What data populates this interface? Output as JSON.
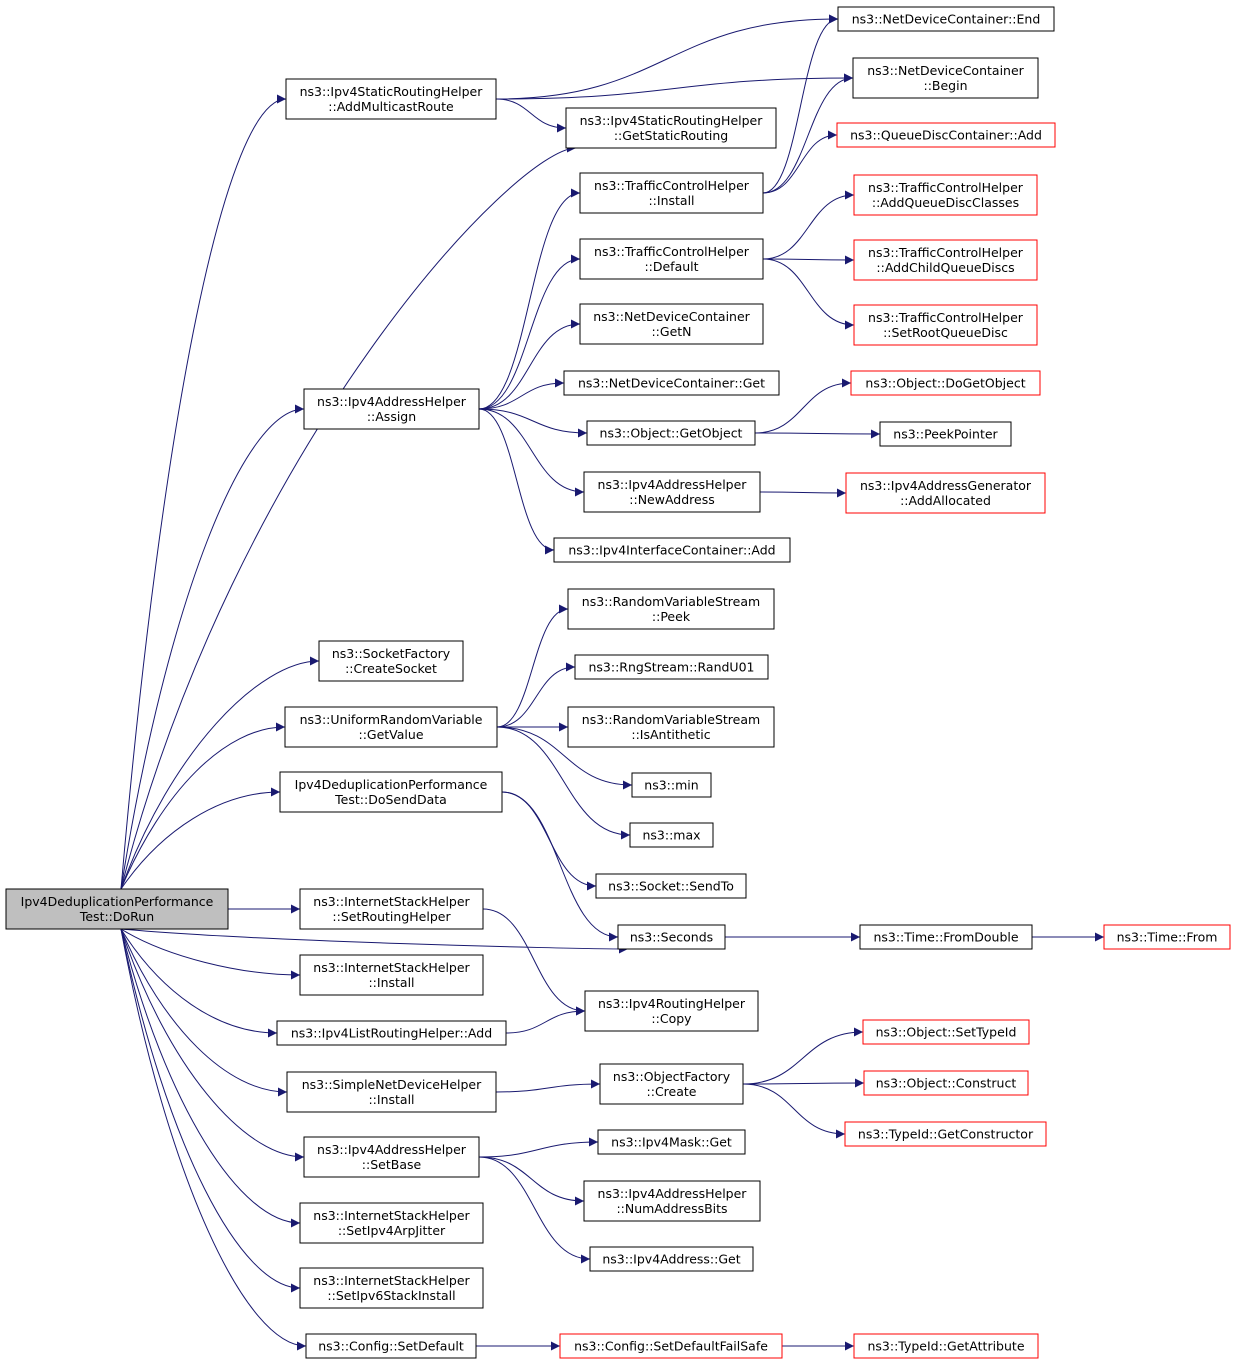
{
  "colors": {
    "edge": "#191970",
    "node_border": "#000000",
    "truncated_border": "#ff0000",
    "root_fill": "#bfbfbf",
    "node_fill": "#ffffff"
  },
  "nodes": {
    "n0": {
      "lines": [
        "Ipv4DeduplicationPerformance",
        "Test::DoRun"
      ],
      "style": "root"
    },
    "n1": {
      "lines": [
        "ns3::Ipv4StaticRoutingHelper",
        "::AddMulticastRoute"
      ],
      "style": "normal"
    },
    "n2": {
      "lines": [
        "ns3::NetDeviceContainer::End"
      ],
      "style": "normal"
    },
    "n3": {
      "lines": [
        "ns3::NetDeviceContainer",
        "::Begin"
      ],
      "style": "normal"
    },
    "n4": {
      "lines": [
        "ns3::Ipv4StaticRoutingHelper",
        "::GetStaticRouting"
      ],
      "style": "normal"
    },
    "n5": {
      "lines": [
        "ns3::Ipv4AddressHelper",
        "::Assign"
      ],
      "style": "normal"
    },
    "n6": {
      "lines": [
        "ns3::TrafficControlHelper",
        "::Install"
      ],
      "style": "normal"
    },
    "n7": {
      "lines": [
        "ns3::QueueDiscContainer::Add"
      ],
      "style": "truncated"
    },
    "n8": {
      "lines": [
        "ns3::TrafficControlHelper",
        "::Default"
      ],
      "style": "normal"
    },
    "n9": {
      "lines": [
        "ns3::TrafficControlHelper",
        "::AddQueueDiscClasses"
      ],
      "style": "truncated"
    },
    "n10": {
      "lines": [
        "ns3::TrafficControlHelper",
        "::AddChildQueueDiscs"
      ],
      "style": "truncated"
    },
    "n11": {
      "lines": [
        "ns3::TrafficControlHelper",
        "::SetRootQueueDisc"
      ],
      "style": "truncated"
    },
    "n12": {
      "lines": [
        "ns3::NetDeviceContainer",
        "::GetN"
      ],
      "style": "normal"
    },
    "n13": {
      "lines": [
        "ns3::NetDeviceContainer::Get"
      ],
      "style": "normal"
    },
    "n14": {
      "lines": [
        "ns3::Object::GetObject"
      ],
      "style": "normal"
    },
    "n15": {
      "lines": [
        "ns3::Object::DoGetObject"
      ],
      "style": "truncated"
    },
    "n16": {
      "lines": [
        "ns3::PeekPointer"
      ],
      "style": "normal"
    },
    "n17": {
      "lines": [
        "ns3::Ipv4AddressHelper",
        "::NewAddress"
      ],
      "style": "normal"
    },
    "n18": {
      "lines": [
        "ns3::Ipv4AddressGenerator",
        "::AddAllocated"
      ],
      "style": "truncated"
    },
    "n19": {
      "lines": [
        "ns3::Ipv4InterfaceContainer::Add"
      ],
      "style": "normal"
    },
    "n20": {
      "lines": [
        "ns3::SocketFactory",
        "::CreateSocket"
      ],
      "style": "normal"
    },
    "n21": {
      "lines": [
        "ns3::UniformRandomVariable",
        "::GetValue"
      ],
      "style": "normal"
    },
    "n22": {
      "lines": [
        "ns3::RandomVariableStream",
        "::Peek"
      ],
      "style": "normal"
    },
    "n23": {
      "lines": [
        "ns3::RngStream::RandU01"
      ],
      "style": "normal"
    },
    "n24": {
      "lines": [
        "ns3::RandomVariableStream",
        "::IsAntithetic"
      ],
      "style": "normal"
    },
    "n25": {
      "lines": [
        "ns3::min"
      ],
      "style": "normal"
    },
    "n26": {
      "lines": [
        "ns3::max"
      ],
      "style": "normal"
    },
    "n27": {
      "lines": [
        "Ipv4DeduplicationPerformance",
        "Test::DoSendData"
      ],
      "style": "normal"
    },
    "n28": {
      "lines": [
        "ns3::Socket::SendTo"
      ],
      "style": "normal"
    },
    "n29": {
      "lines": [
        "ns3::Seconds"
      ],
      "style": "normal"
    },
    "n30": {
      "lines": [
        "ns3::Time::FromDouble"
      ],
      "style": "normal"
    },
    "n31": {
      "lines": [
        "ns3::Time::From"
      ],
      "style": "truncated"
    },
    "n32": {
      "lines": [
        "ns3::InternetStackHelper",
        "::SetRoutingHelper"
      ],
      "style": "normal"
    },
    "n33": {
      "lines": [
        "ns3::InternetStackHelper",
        "::Install"
      ],
      "style": "normal"
    },
    "n34": {
      "lines": [
        "ns3::Ipv4RoutingHelper",
        "::Copy"
      ],
      "style": "normal"
    },
    "n35": {
      "lines": [
        "ns3::Ipv4ListRoutingHelper::Add"
      ],
      "style": "normal"
    },
    "n36": {
      "lines": [
        "ns3::SimpleNetDeviceHelper",
        "::Install"
      ],
      "style": "normal"
    },
    "n37": {
      "lines": [
        "ns3::ObjectFactory",
        "::Create"
      ],
      "style": "normal"
    },
    "n38": {
      "lines": [
        "ns3::Object::SetTypeId"
      ],
      "style": "truncated"
    },
    "n39": {
      "lines": [
        "ns3::Object::Construct"
      ],
      "style": "truncated"
    },
    "n40": {
      "lines": [
        "ns3::TypeId::GetConstructor"
      ],
      "style": "truncated"
    },
    "n41": {
      "lines": [
        "ns3::Ipv4AddressHelper",
        "::SetBase"
      ],
      "style": "normal"
    },
    "n42": {
      "lines": [
        "ns3::Ipv4Mask::Get"
      ],
      "style": "normal"
    },
    "n43": {
      "lines": [
        "ns3::Ipv4AddressHelper",
        "::NumAddressBits"
      ],
      "style": "normal"
    },
    "n44": {
      "lines": [
        "ns3::Ipv4Address::Get"
      ],
      "style": "normal"
    },
    "n45": {
      "lines": [
        "ns3::InternetStackHelper",
        "::SetIpv4ArpJitter"
      ],
      "style": "normal"
    },
    "n46": {
      "lines": [
        "ns3::InternetStackHelper",
        "::SetIpv6StackInstall"
      ],
      "style": "normal"
    },
    "n47": {
      "lines": [
        "ns3::Config::SetDefault"
      ],
      "style": "normal"
    },
    "n48": {
      "lines": [
        "ns3::Config::SetDefaultFailSafe"
      ],
      "style": "truncated"
    },
    "n49": {
      "lines": [
        "ns3::TypeId::GetAttribute"
      ],
      "style": "truncated"
    }
  },
  "edges": [
    [
      "n0",
      "n1"
    ],
    [
      "n0",
      "n4"
    ],
    [
      "n0",
      "n5"
    ],
    [
      "n0",
      "n20"
    ],
    [
      "n0",
      "n21"
    ],
    [
      "n0",
      "n27"
    ],
    [
      "n0",
      "n29"
    ],
    [
      "n0",
      "n32"
    ],
    [
      "n0",
      "n33"
    ],
    [
      "n0",
      "n35"
    ],
    [
      "n0",
      "n36"
    ],
    [
      "n0",
      "n41"
    ],
    [
      "n0",
      "n45"
    ],
    [
      "n0",
      "n46"
    ],
    [
      "n0",
      "n47"
    ],
    [
      "n1",
      "n2"
    ],
    [
      "n1",
      "n3"
    ],
    [
      "n1",
      "n4"
    ],
    [
      "n5",
      "n6"
    ],
    [
      "n5",
      "n8"
    ],
    [
      "n5",
      "n12"
    ],
    [
      "n5",
      "n13"
    ],
    [
      "n5",
      "n14"
    ],
    [
      "n5",
      "n17"
    ],
    [
      "n5",
      "n19"
    ],
    [
      "n6",
      "n2"
    ],
    [
      "n6",
      "n3"
    ],
    [
      "n6",
      "n7"
    ],
    [
      "n8",
      "n9"
    ],
    [
      "n8",
      "n10"
    ],
    [
      "n8",
      "n11"
    ],
    [
      "n14",
      "n15"
    ],
    [
      "n14",
      "n16"
    ],
    [
      "n17",
      "n18"
    ],
    [
      "n21",
      "n22"
    ],
    [
      "n21",
      "n23"
    ],
    [
      "n21",
      "n24"
    ],
    [
      "n21",
      "n25"
    ],
    [
      "n21",
      "n26"
    ],
    [
      "n27",
      "n28"
    ],
    [
      "n27",
      "n29"
    ],
    [
      "n29",
      "n30"
    ],
    [
      "n30",
      "n31"
    ],
    [
      "n32",
      "n34"
    ],
    [
      "n35",
      "n34"
    ],
    [
      "n36",
      "n37"
    ],
    [
      "n37",
      "n38"
    ],
    [
      "n37",
      "n39"
    ],
    [
      "n37",
      "n40"
    ],
    [
      "n41",
      "n42"
    ],
    [
      "n41",
      "n43"
    ],
    [
      "n41",
      "n44"
    ],
    [
      "n47",
      "n48"
    ],
    [
      "n48",
      "n49"
    ]
  ]
}
